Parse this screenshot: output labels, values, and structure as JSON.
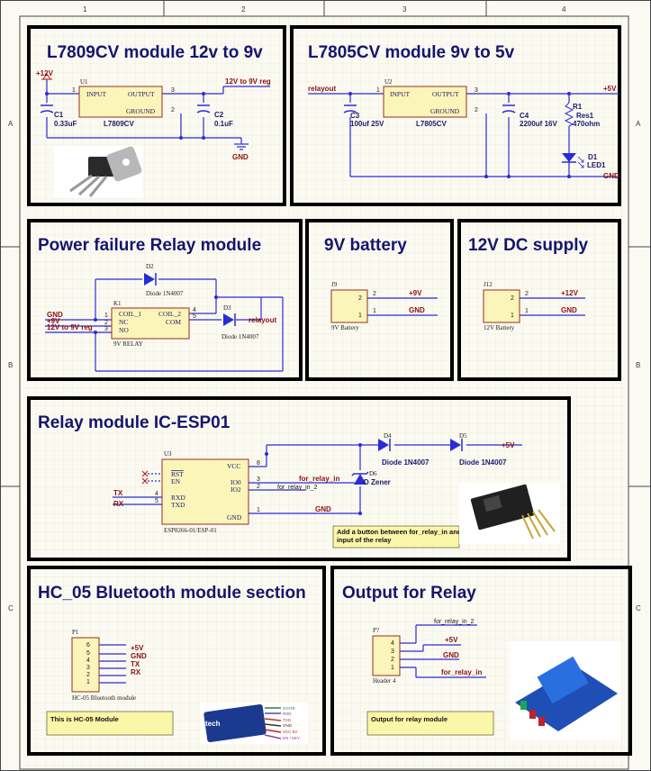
{
  "border": {
    "columns": [
      "1",
      "2",
      "3",
      "4"
    ],
    "rows": [
      "A",
      "B",
      "C"
    ]
  },
  "sections": {
    "l7809": "L7809CV module 12v to 9v",
    "l7805": "L7805CV module 9v to 5v",
    "relay_pf": "Power failure Relay module",
    "battery": "9V battery",
    "dc12": "12V DC supply",
    "esp": "Relay module IC-ESP01",
    "hc05": "HC_05 Bluetooth module section",
    "output": "Output for Relay"
  },
  "l7809": {
    "u_ref": "U1",
    "pin_in": "INPUT",
    "pin_out": "OUTPUT",
    "pin_gnd": "GROUND",
    "part": "L7809CV",
    "n1": "1",
    "n2": "2",
    "n3": "3",
    "plus12": "+12V",
    "out_net": "12V to 9V reg",
    "c1_ref": "C1",
    "c1_val": "0.33uF",
    "c2_ref": "C2",
    "c2_val": "0.1uF",
    "gnd": "GND"
  },
  "l7805": {
    "u_ref": "U2",
    "pin_in": "INPUT",
    "pin_out": "OUTPUT",
    "pin_gnd": "GROUND",
    "part": "L7805CV",
    "n1": "1",
    "n2": "2",
    "n3": "3",
    "in_net": "relayout",
    "plus5": "+5V",
    "c3_ref": "C3",
    "c3_val": "100uf 25V",
    "c4_ref": "C4",
    "c4_val": "2200uf 16V",
    "r1_ref": "R1",
    "r1_name": "Res1",
    "r1_val": "470ohm",
    "d1_ref": "D1",
    "d1_val": "LED1",
    "gnd": "GND"
  },
  "relay_pf": {
    "d2_ref": "D2",
    "d2_val": "Diode 1N4007",
    "d3_ref": "D3",
    "d3_val": "Diode 1N4007",
    "k_ref": "K1",
    "k_val": "9V RELAY",
    "coil1": "COIL_1",
    "coil2": "COIL_2",
    "nc": "NC",
    "com": "COM",
    "no": "NO",
    "p1": "1",
    "p2": "2",
    "p3": "3",
    "p4": "4",
    "p5": "5",
    "gnd": "GND",
    "plus9": "+9V",
    "reg": "12V to 9V reg",
    "relayout": "relayout"
  },
  "battery": {
    "ref": "J9",
    "val": "9V Battery",
    "p2": "2",
    "p1": "1",
    "n2": "+9V",
    "n1": "GND"
  },
  "dc12": {
    "ref": "J12",
    "val": "12V Battery",
    "p2": "2",
    "p1": "1",
    "n2": "+12V",
    "n1": "GND"
  },
  "esp": {
    "u_ref": "U3",
    "part": "ESP8266-01/ESP-01",
    "rst": "RST",
    "en": "EN",
    "rxd": "RXD",
    "txd": "TXD",
    "vcc": "VCC",
    "io0": "IO0",
    "io2": "IO2",
    "gndp": "GND",
    "n1": "1",
    "n2": "2",
    "n3": "3",
    "n4": "4",
    "n5": "5",
    "n8": "8",
    "tx": "TX",
    "rx": "RX",
    "d4_ref": "D4",
    "d4_val": "Diode 1N4007",
    "d5_ref": "D5",
    "d5_val": "Diode 1N4007",
    "d6_ref": "D6",
    "d6_val": "D Zener",
    "plus5": "+5V",
    "relay_in1": "for_relay_in",
    "relay_in2": "for_relay_in_2",
    "gnd": "GND",
    "note": [
      "Add a button between  for_relay_in and",
      "input of the relay"
    ]
  },
  "hc05": {
    "ref": "P1",
    "val": "HC-05 Bluetooth module",
    "pins": [
      "6",
      "5",
      "4",
      "3",
      "2",
      "1"
    ],
    "nets": [
      "+5V",
      "GND",
      "TX",
      "RX"
    ],
    "note": "This is HC-05 Module",
    "module_pins": [
      "STATE",
      "RXD",
      "TXD",
      "GND",
      "VCC 5V",
      "EN / KEY"
    ],
    "module_brand": "tech"
  },
  "output": {
    "ref": "P?",
    "val": "Header 4",
    "pins": [
      "4",
      "3",
      "2",
      "1"
    ],
    "nets": [
      "for_relay_in_2",
      "+5V",
      "GND",
      "for_relay_in"
    ],
    "note": "Output for relay module"
  },
  "colors": {
    "wire": "#2b2bd6",
    "component_fill": "#fbf5b9",
    "component_stroke": "#9b2c1d",
    "net_label": "#8b1010",
    "title": "#15156e",
    "sheet": "#fbfaf2"
  }
}
